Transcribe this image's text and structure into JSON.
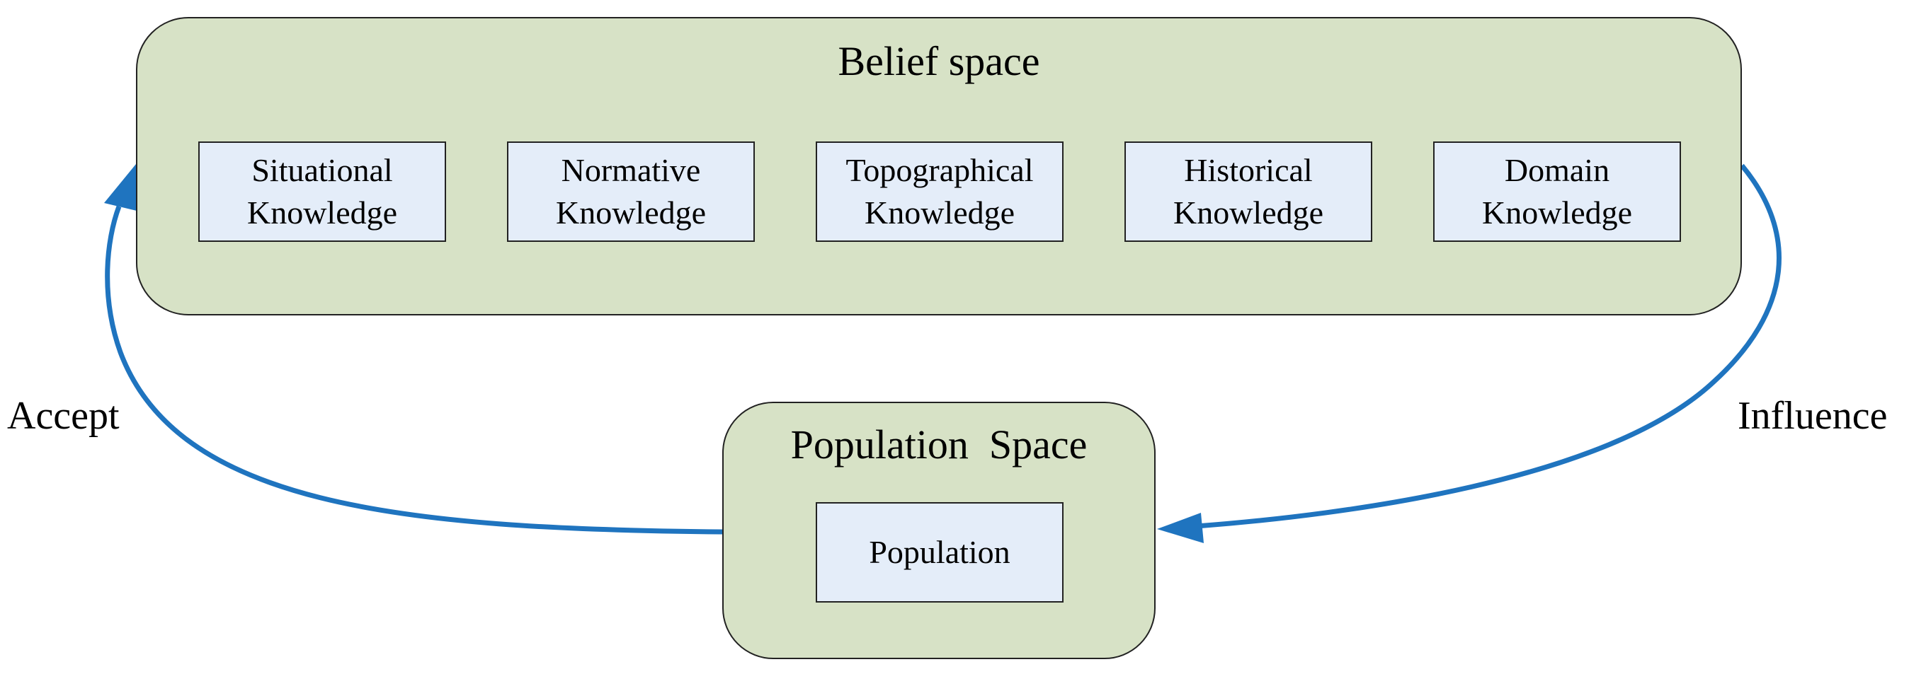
{
  "belief_space": {
    "title": "Belief space",
    "knowledge_sources": [
      {
        "line1": "Situational",
        "line2": "Knowledge"
      },
      {
        "line1": "Normative",
        "line2": "Knowledge"
      },
      {
        "line1": "Topographical",
        "line2": "Knowledge"
      },
      {
        "line1": "Historical",
        "line2": "Knowledge"
      },
      {
        "line1": "Domain",
        "line2": "Knowledge"
      }
    ]
  },
  "population_space": {
    "title": "Population  Space",
    "component": "Population"
  },
  "edges": {
    "accept": {
      "label": "Accept",
      "from": "Population Space",
      "to": "Belief space"
    },
    "influence": {
      "label": "Influence",
      "from": "Belief space",
      "to": "Population Space"
    }
  },
  "colors": {
    "container_fill": "#d7e2c6",
    "box_fill": "#e4edf9",
    "arrow": "#1f74bf",
    "border": "#222222"
  }
}
